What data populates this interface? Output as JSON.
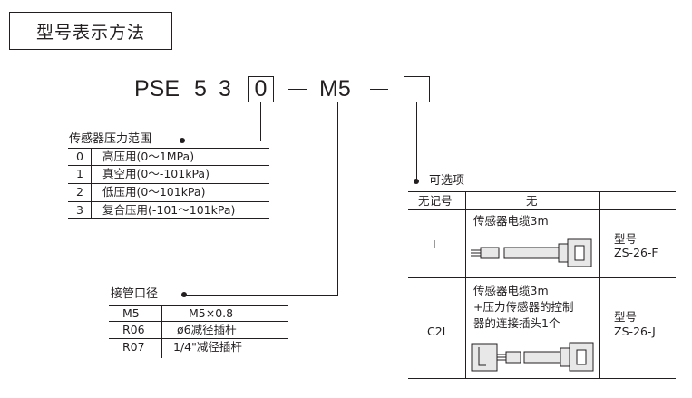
{
  "title": "型号表示方法",
  "model_code": {
    "prefix": "PSE",
    "d1": "5",
    "d2": "3",
    "pressure_code": "0",
    "dash": "—",
    "port_code": "M5",
    "option_code": ""
  },
  "pressure_table": {
    "title": "传感器压力范围",
    "rows": [
      {
        "code": "0",
        "desc": "高压用(0～1MPa)"
      },
      {
        "code": "1",
        "desc": "真空用(0～-101kPa)"
      },
      {
        "code": "2",
        "desc": "低压用(0～101kPa)"
      },
      {
        "code": "3",
        "desc": "复合压用(-101～101kPa)"
      }
    ]
  },
  "port_table": {
    "title": "接管口径",
    "rows": [
      {
        "code": "M5",
        "desc": "M5×0.8"
      },
      {
        "code": "R06",
        "desc": "ø6减径插杆"
      },
      {
        "code": "R07",
        "desc": "1/4\"减径插杆"
      }
    ]
  },
  "option_table": {
    "title": "可选项",
    "headers": [
      "无记号",
      "无",
      ""
    ],
    "rows": [
      {
        "code": "L",
        "desc_lines": [
          "传感器电缆3m"
        ],
        "model_label": "型号",
        "model": "ZS-26-F"
      },
      {
        "code": "C2L",
        "desc_lines": [
          "传感器电缆3m",
          "+压力传感器的控制",
          "器的连接插头1个"
        ],
        "model_label": "型号",
        "model": "ZS-26-J"
      }
    ]
  }
}
